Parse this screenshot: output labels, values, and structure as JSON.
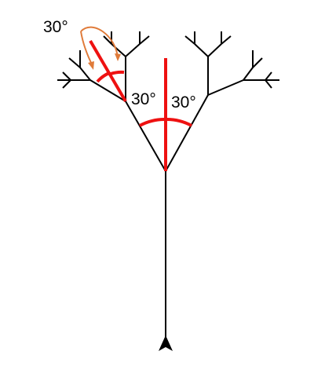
{
  "labels": {
    "angle_left": "30°",
    "angle_right": "30°",
    "angle_branch": "30°"
  },
  "colors": {
    "tree": "#000000",
    "angle_marker": "#ee1111",
    "rotation_arrow": "#e07b3a",
    "background": "#ffffff"
  },
  "icons": {
    "turtle": "turtle-arrow-icon",
    "rotation": "curved-double-arrow-icon"
  },
  "tree": {
    "branch_angle_degrees": 30
  }
}
